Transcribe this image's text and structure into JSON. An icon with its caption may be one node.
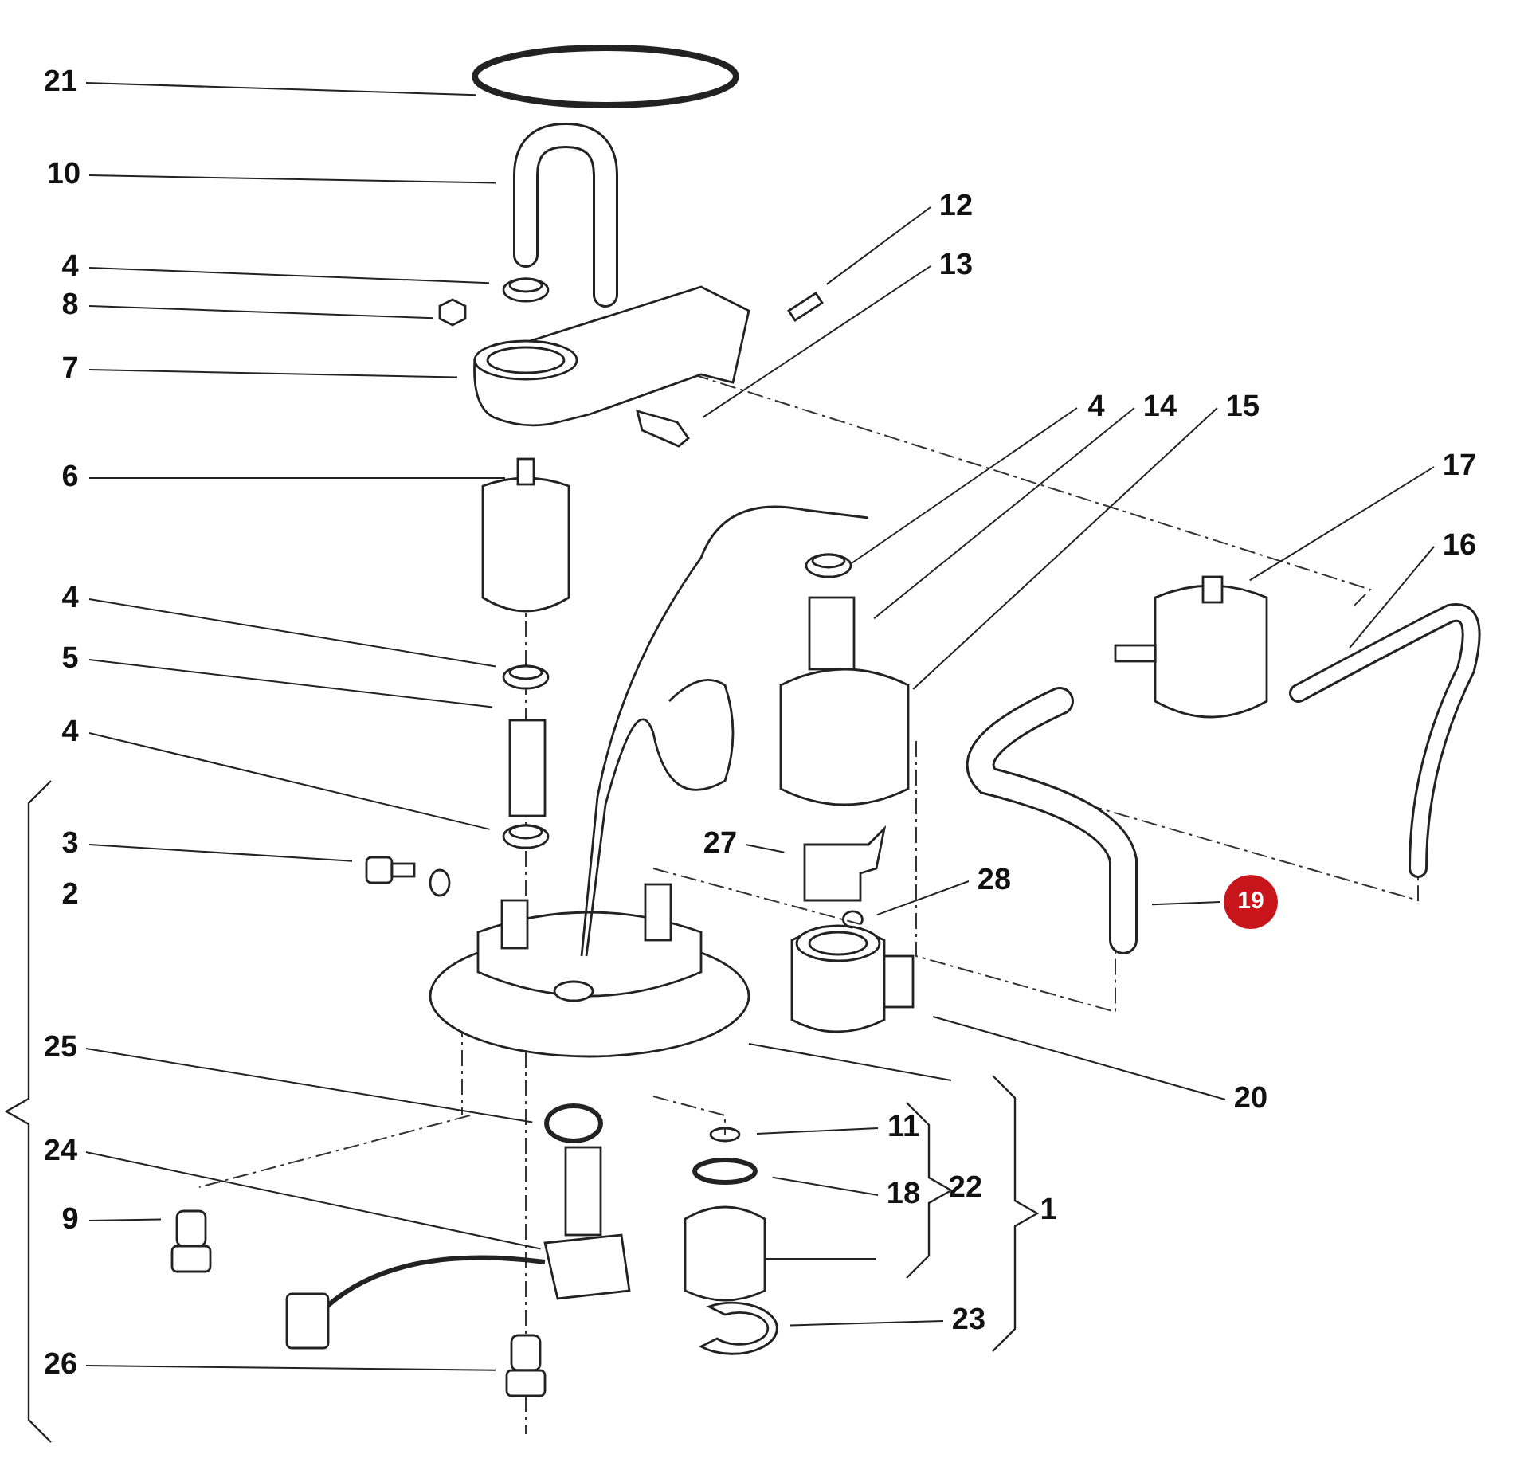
{
  "diagram": {
    "nodes": [
      {
        "text": [
          "21"
        ]
      },
      {
        "text": [
          "10"
        ]
      },
      {
        "text": [
          "4"
        ]
      },
      {
        "text": [
          "8"
        ]
      },
      {
        "text": [
          "7"
        ]
      },
      {
        "text": [
          "12"
        ]
      },
      {
        "text": [
          "13"
        ]
      },
      {
        "text": [
          "6"
        ]
      },
      {
        "text": [
          "4"
        ]
      },
      {
        "text": [
          "14"
        ]
      },
      {
        "text": [
          "15"
        ]
      },
      {
        "text": [
          "17"
        ]
      },
      {
        "text": [
          "16"
        ]
      },
      {
        "text": [
          "4"
        ]
      },
      {
        "text": [
          "5"
        ]
      },
      {
        "text": [
          "4"
        ]
      },
      {
        "text": [
          "3"
        ]
      },
      {
        "text": [
          "27"
        ]
      },
      {
        "text": [
          "28"
        ]
      },
      {
        "text": [
          "19"
        ]
      },
      {
        "text": [
          "25"
        ]
      },
      {
        "text": [
          "11"
        ]
      },
      {
        "text": [
          "18"
        ]
      },
      {
        "text": [
          "24"
        ]
      },
      {
        "text": [
          "9"
        ]
      },
      {
        "text": [
          "20"
        ]
      },
      {
        "text": [
          "23"
        ]
      },
      {
        "text": [
          "26"
        ]
      }
    ],
    "edges": [
      {
        "from": 0,
        "to": null,
        "arrow": "none"
      },
      {
        "from": 1,
        "to": null,
        "arrow": "none"
      },
      {
        "from": 2,
        "to": null,
        "arrow": "none"
      },
      {
        "from": 3,
        "to": null,
        "arrow": "none"
      },
      {
        "from": 4,
        "to": null,
        "arrow": "none"
      },
      {
        "from": 5,
        "to": null,
        "arrow": "none"
      },
      {
        "from": 6,
        "to": null,
        "arrow": "none"
      },
      {
        "from": 7,
        "to": null,
        "arrow": "none"
      },
      {
        "from": 8,
        "to": null,
        "arrow": "none"
      },
      {
        "from": 9,
        "to": null,
        "arrow": "none"
      },
      {
        "from": 10,
        "to": null,
        "arrow": "none"
      },
      {
        "from": 11,
        "to": null,
        "arrow": "none"
      },
      {
        "from": 12,
        "to": null,
        "arrow": "none"
      },
      {
        "from": 13,
        "to": null,
        "arrow": "none"
      },
      {
        "from": 14,
        "to": null,
        "arrow": "none"
      },
      {
        "from": 15,
        "to": null,
        "arrow": "none"
      },
      {
        "from": 16,
        "to": null,
        "arrow": "none"
      },
      {
        "from": 17,
        "to": null,
        "arrow": "none"
      },
      {
        "from": 18,
        "to": null,
        "arrow": "none"
      },
      {
        "from": 19,
        "to": null,
        "arrow": "none"
      },
      {
        "from": 20,
        "to": null,
        "arrow": "none"
      },
      {
        "from": 21,
        "to": null,
        "arrow": "none"
      },
      {
        "from": 22,
        "to": null,
        "arrow": "none"
      },
      {
        "from": 23,
        "to": null,
        "arrow": "none"
      },
      {
        "from": 24,
        "to": null,
        "arrow": "none"
      },
      {
        "from": 25,
        "to": null,
        "arrow": "none"
      },
      {
        "from": 26,
        "to": null,
        "arrow": "none"
      },
      {
        "from": 27,
        "to": null,
        "arrow": "none"
      }
    ],
    "labels": [
      "2",
      "22",
      "1"
    ]
  }
}
